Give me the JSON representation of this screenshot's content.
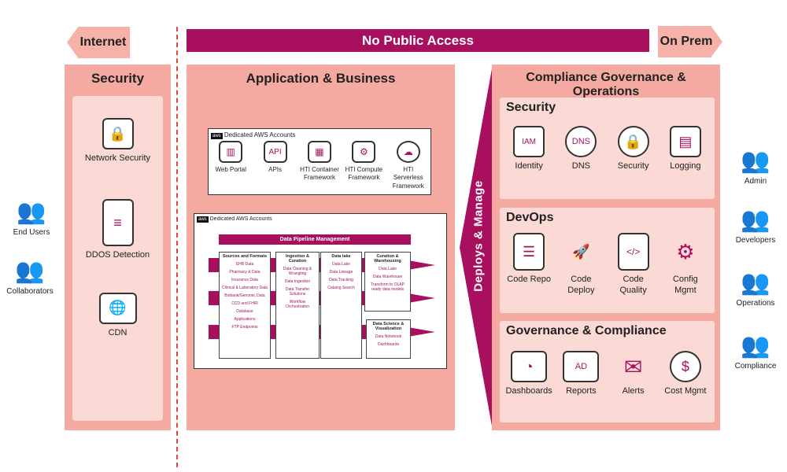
{
  "top": {
    "internet": "Internet",
    "no_public": "No Public Access",
    "on_prem": "On Prem"
  },
  "left_users": [
    {
      "label": "End Users"
    },
    {
      "label": "Collaborators"
    }
  ],
  "right_users": [
    {
      "label": "Admin"
    },
    {
      "label": "Developers"
    },
    {
      "label": "Operations"
    },
    {
      "label": "Compliance"
    }
  ],
  "security": {
    "title": "Security",
    "items": [
      {
        "label": "Network Security",
        "icon": "network-lock-icon"
      },
      {
        "label": "DDOS Detection",
        "icon": "server-icon"
      },
      {
        "label": "CDN",
        "icon": "globe-monitor-icon"
      }
    ]
  },
  "app": {
    "title": "Application & Business",
    "accounts1": {
      "label": "Dedicated AWS Accounts",
      "logo": "aws",
      "items": [
        {
          "label": "Web Portal"
        },
        {
          "label": "APIs"
        },
        {
          "label": "HTI Container Framework"
        },
        {
          "label": "HTI Compute Framework"
        },
        {
          "label": "HTI Serverless Framework"
        }
      ]
    },
    "accounts2": {
      "label": "Dedicated AWS Accounts",
      "logo": "aws",
      "pipeline": "Data Pipeline Management",
      "columns": [
        {
          "title": "Sources and Formats",
          "items": [
            "EHR Data",
            "Pharmacy & Data",
            "Insurance Data",
            "Clinical & Laboratory Data",
            "Biobank/Genomic Data",
            "CCD and FHIR",
            "Database",
            "Applications",
            "FTP Endpoints"
          ]
        },
        {
          "title": "Ingestion & Curation",
          "items": [
            "Data Cleaning & Wrangling",
            "Data Ingestion",
            "Data Transfer Solutions",
            "Workflow Orchestration"
          ]
        },
        {
          "title": "Data lake",
          "items": [
            "Data Lake",
            "Data Lineage",
            "Data Tracking",
            "Catalog Search"
          ]
        },
        {
          "title": "Curation & Warehousing",
          "items": [
            "Data Lake",
            "Data Warehouse",
            "Transform to OLAP ready data models"
          ]
        },
        {
          "title": "Data Science & Visualization",
          "items": [
            "Data Notebook",
            "Dashboards"
          ]
        }
      ]
    }
  },
  "deploys": "Deploys & Manage",
  "compliance": {
    "title": "Compliance Governance & Operations",
    "sections": [
      {
        "title": "Security",
        "items": [
          {
            "label": "Identity",
            "glyph": "IAM"
          },
          {
            "label": "DNS",
            "glyph": "DNS"
          },
          {
            "label": "Security",
            "glyph": "🔒"
          },
          {
            "label": "Logging",
            "glyph": "▤"
          }
        ]
      },
      {
        "title": "DevOps",
        "items": [
          {
            "label": "Code Repo",
            "glyph": "☰"
          },
          {
            "label": "Code Deploy",
            "glyph": "🚀"
          },
          {
            "label": "Code Quality",
            "glyph": "</>"
          },
          {
            "label": "Config Mgmt",
            "glyph": "⚙"
          }
        ]
      },
      {
        "title": "Governance & Compliance",
        "items": [
          {
            "label": "Dashboards",
            "glyph": "◔"
          },
          {
            "label": "Reports",
            "glyph": "AD"
          },
          {
            "label": "Alerts",
            "glyph": "✉"
          },
          {
            "label": "Cost Mgmt",
            "glyph": "$"
          }
        ]
      }
    ]
  }
}
